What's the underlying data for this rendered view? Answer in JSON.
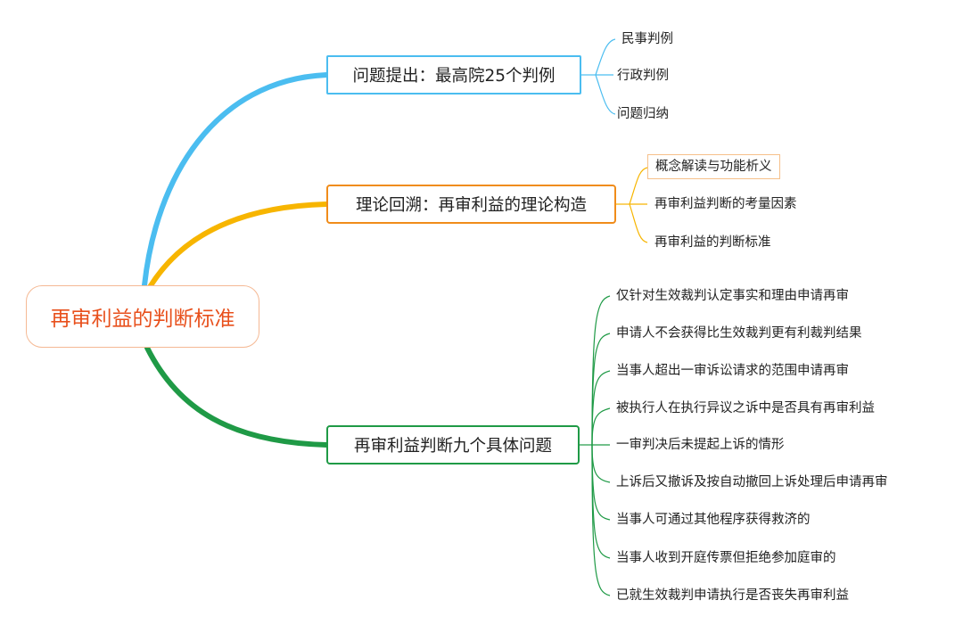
{
  "mindmap": {
    "root": {
      "label": "再审利益的判断标准",
      "color": "#e8501c"
    },
    "branches": [
      {
        "label": "问题提出：最高院25个判例",
        "color": "#4bbdf0",
        "children": [
          "民事判例",
          "行政判例",
          "问题归纳"
        ]
      },
      {
        "label": "理论回溯：再审利益的理论构造",
        "color": "#f7b500",
        "children": [
          "概念解读与功能析义",
          "再审利益判断的考量因素",
          "再审利益的判断标准"
        ]
      },
      {
        "label": "再审利益判断九个具体问题",
        "color": "#1f9a46",
        "children": [
          "仅针对生效裁判认定事实和理由申请再审",
          "申请人不会获得比生效裁判更有利裁判结果",
          "当事人超出一审诉讼请求的范围申请再审",
          "被执行人在执行异议之诉中是否具有再审利益",
          "一审判决后未提起上诉的情形",
          "上诉后又撤诉及按自动撤回上诉处理后申请再审",
          "当事人可通过其他程序获得救济的",
          "当事人收到开庭传票但拒绝参加庭审的",
          "已就生效裁判申请执行是否丧失再审利益"
        ]
      }
    ]
  }
}
